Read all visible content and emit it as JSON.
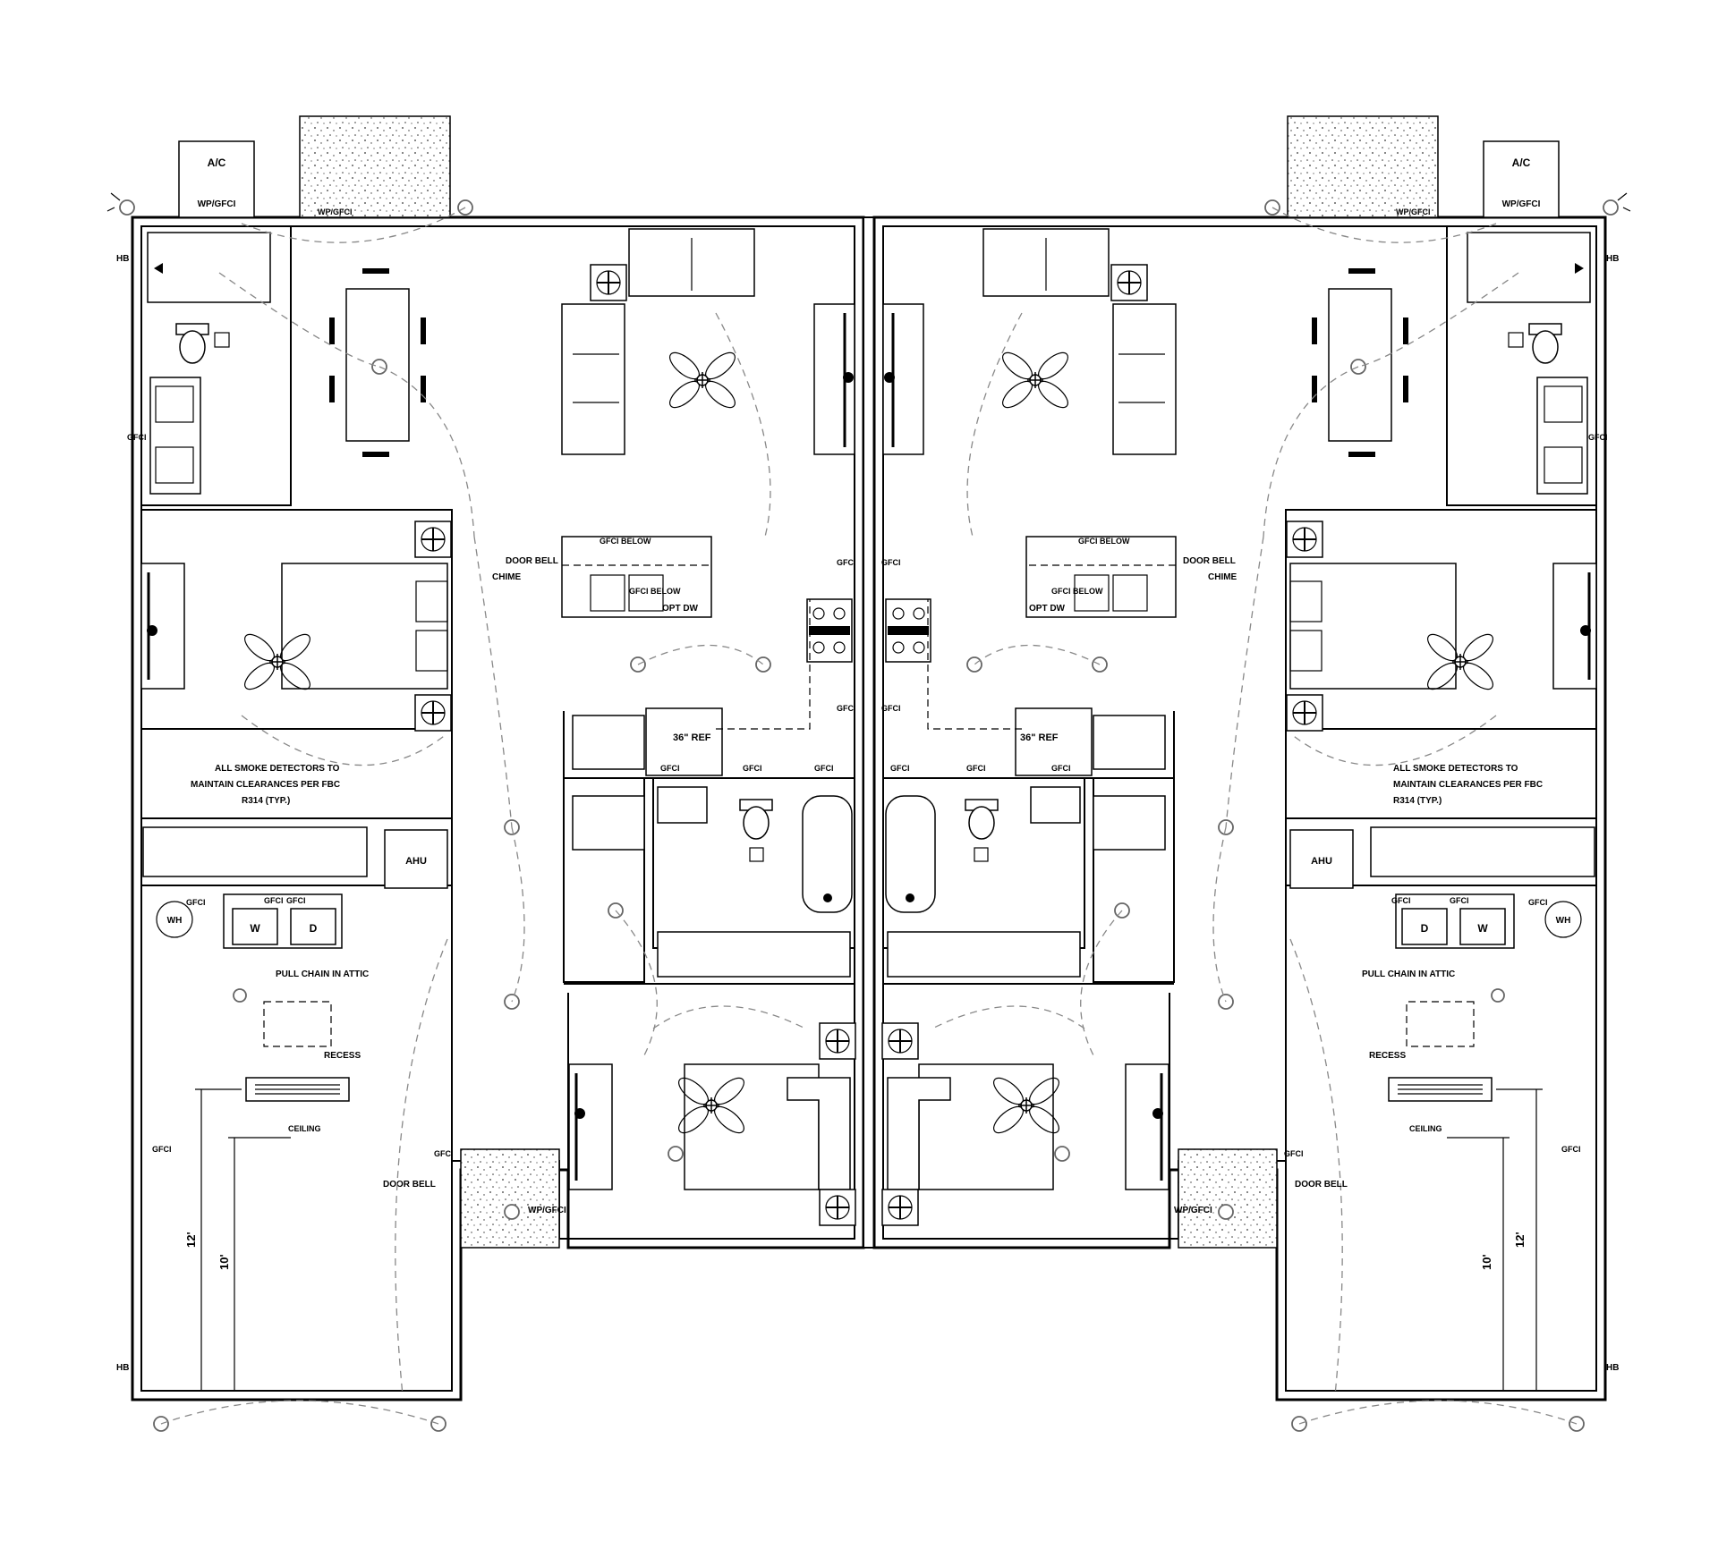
{
  "labels": {
    "ac": "A/C",
    "wp_gfci": "WP/GFCI",
    "wp_gfci_slash": "WP/GFCI",
    "hb": "HB",
    "gfci": "GFCI",
    "gfci_below": "GFCI BELOW",
    "opt_dw": "OPT DW",
    "door_bell": "DOOR BELL",
    "chime": "CHIME",
    "ref": "36\" REF",
    "smoke_1": "ALL SMOKE DETECTORS TO",
    "smoke_2": "MAINTAIN CLEARANCES PER FBC",
    "smoke_3": "R314 (TYP.)",
    "ahu": "AHU",
    "wh": "WH",
    "washer": "W",
    "dryer": "D",
    "pull_chain": "PULL CHAIN IN ATTIC",
    "recess": "RECESS",
    "ceiling": "CEILING",
    "dim_12": "12'",
    "dim_10": "10'"
  },
  "colors": {
    "line": "#000000",
    "wire": "#888888",
    "background": "#ffffff"
  }
}
